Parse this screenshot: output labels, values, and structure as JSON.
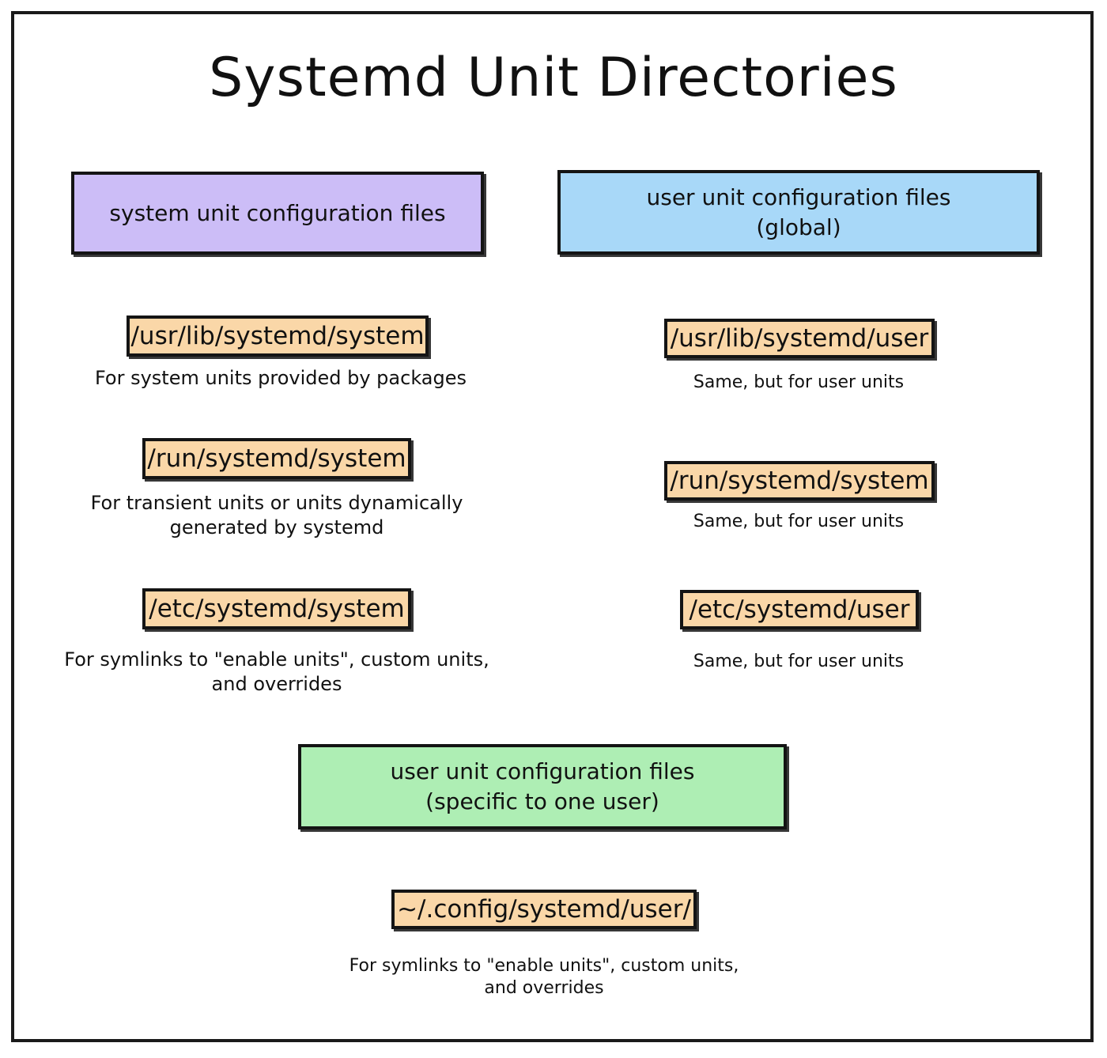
{
  "title": "Systemd Unit Directories",
  "colors": {
    "system_box": "#ccbdf7",
    "user_global_box": "#a8d8f8",
    "user_specific_box": "#aeeeb4",
    "path_box": "#fad7a8",
    "border": "#141414",
    "background": "#ffffff",
    "text": "#111111"
  },
  "columns": {
    "left": {
      "header": "system unit configuration files",
      "entries": [
        {
          "path": "/usr/lib/systemd/system",
          "description_line1": "For system units provided by packages",
          "description_line2": ""
        },
        {
          "path": "/run/systemd/system",
          "description_line1": "For transient units or units dynamically",
          "description_line2": "generated by systemd"
        },
        {
          "path": "/etc/systemd/system",
          "description_line1": "For symlinks to \"enable units\", custom units,",
          "description_line2": "and overrides"
        }
      ]
    },
    "right": {
      "header_line1": "user unit configuration files",
      "header_line2": "(global)",
      "entries": [
        {
          "path": "/usr/lib/systemd/user",
          "description_line1": "Same, but for user units",
          "description_line2": ""
        },
        {
          "path": "/run/systemd/system",
          "description_line1": "Same, but for user units",
          "description_line2": ""
        },
        {
          "path": "/etc/systemd/user",
          "description_line1": "Same, but for user units",
          "description_line2": ""
        }
      ]
    },
    "bottom": {
      "header_line1": "user unit configuration files",
      "header_line2": "(specific to one user)",
      "entries": [
        {
          "path": "~/.config/systemd/user/",
          "description_line1": "For symlinks to \"enable units\", custom units,",
          "description_line2": "and overrides"
        }
      ]
    }
  }
}
